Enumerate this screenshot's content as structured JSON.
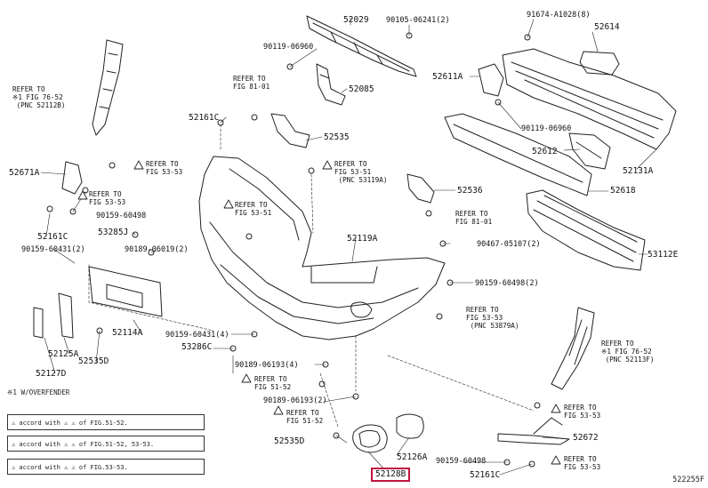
{
  "parts": {
    "p52029": "52029",
    "p90105": "90105-06241(2)",
    "p91674": "91674-A1028(8)",
    "p52614": "52614",
    "p90119a": "90119-06960",
    "p52611A": "52611A",
    "p52085": "52085",
    "p52161Ca": "52161C",
    "p52535": "52535",
    "p90119b": "90119-06960",
    "p52612": "52612",
    "p52131A": "52131A",
    "p52671A": "52671A",
    "p52536": "52536",
    "p52618": "52618",
    "p90159a": "90159-60498",
    "p52161Cb": "52161C",
    "p53285J": "53285J",
    "p52119A": "52119A",
    "p90467": "90467-05107(2)",
    "p53112E": "53112E",
    "p90159b": "90159-60431(2)",
    "p90189a": "90189-06019(2)",
    "p90159c": "90159-60498(2)",
    "p52114A": "52114A",
    "p52125A": "52125A",
    "p52535D": "52535D",
    "p52127D": "52127D",
    "p90159d": "90159-60431(4)",
    "p53286C": "53286C",
    "p90189b": "90189-06193(4)",
    "p90189c": "90189-06193(2)",
    "p52535Db": "52535D",
    "p52126A": "52126A",
    "p52128B": "52128B",
    "p90159e": "90159-60498",
    "p52161Cc": "52161C",
    "p52672": "52672"
  },
  "refs": {
    "r1": "REFER TO\n※1 FIG 76-52\n (PNC 52112B)",
    "r2": "REFER TO\nFIG 81-01",
    "r3": "REFER TO\nFIG 53-53",
    "r4": "REFER TO\nFIG 53-51\n (PNC 53119A)",
    "r5": "REFER TO\nFIG 53-53",
    "r6": "REFER TO\nFIG 53-51",
    "r7": "REFER TO\nFIG 81-01",
    "r8": "REFER TO\nFIG 53-53\n (PNC 53879A)",
    "r9": "REFER TO\n※1 FIG 76-52\n (PNC 52113F)",
    "r10": "REFER TO\nFIG 51-52",
    "r11": "REFER TO\nFIG 51-52",
    "r12": "REFER TO\nFIG 53-53",
    "r13": "REFER TO\nFIG 53-53"
  },
  "footnote": "※1 W/OVERFENDER",
  "legend": [
    "⚠ accord with ⚠ ⚠ of FIG.51-52.",
    "⚠ accord with ⚠ ⚠ of FIG.51-52, 53-53.",
    "⚠ accord with ⚠ ⚠ of FIG.53-53."
  ],
  "diagram_code": "522255F",
  "highlight_part": "52128B",
  "colors": {
    "highlight": "#c0143c",
    "ink": "#222222"
  }
}
